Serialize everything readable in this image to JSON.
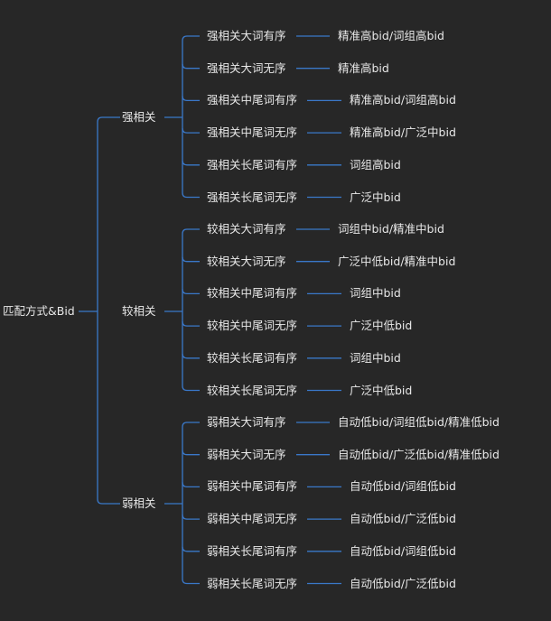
{
  "accent_color": "#3a78c9",
  "root": {
    "label": "匹配方式&Bid",
    "groups": [
      {
        "label": "强相关",
        "items": [
          {
            "keyword": "强相关大词有序",
            "bid": "精准高bid/词组高bid"
          },
          {
            "keyword": "强相关大词无序",
            "bid": "精准高bid"
          },
          {
            "keyword": "强相关中尾词有序",
            "bid": "精准高bid/词组高bid"
          },
          {
            "keyword": "强相关中尾词无序",
            "bid": "精准高bid/广泛中bid"
          },
          {
            "keyword": "强相关长尾词有序",
            "bid": "词组高bid"
          },
          {
            "keyword": "强相关长尾词无序",
            "bid": "广泛中bid"
          }
        ]
      },
      {
        "label": "较相关",
        "items": [
          {
            "keyword": "较相关大词有序",
            "bid": "词组中bid/精准中bid"
          },
          {
            "keyword": "较相关大词无序",
            "bid": "广泛中低bid/精准中bid"
          },
          {
            "keyword": "较相关中尾词有序",
            "bid": "词组中bid"
          },
          {
            "keyword": "较相关中尾词无序",
            "bid": "广泛中低bid"
          },
          {
            "keyword": "较相关长尾词有序",
            "bid": "词组中bid"
          },
          {
            "keyword": "较相关长尾词无序",
            "bid": "广泛中低bid"
          }
        ]
      },
      {
        "label": "弱相关",
        "items": [
          {
            "keyword": "弱相关大词有序",
            "bid": "自动低bid/词组低bid/精准低bid"
          },
          {
            "keyword": "弱相关大词无序",
            "bid": "自动低bid/广泛低bid/精准低bid"
          },
          {
            "keyword": "弱相关中尾词有序",
            "bid": "自动低bid/词组低bid"
          },
          {
            "keyword": "弱相关中尾词无序",
            "bid": "自动低bid/广泛低bid"
          },
          {
            "keyword": "弱相关长尾词有序",
            "bid": "自动低bid/词组低bid"
          },
          {
            "keyword": "弱相关长尾词无序",
            "bid": "自动低bid/广泛低bid"
          }
        ]
      }
    ]
  }
}
